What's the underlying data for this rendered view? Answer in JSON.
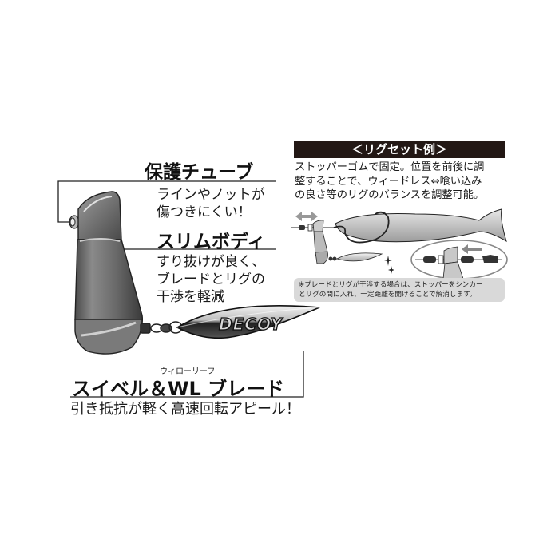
{
  "features": {
    "tube": {
      "heading": "保護チューブ",
      "desc_lines": [
        "ラインやノットが",
        "傷つきにくい！"
      ]
    },
    "body": {
      "heading": "スリムボディ",
      "desc_lines": [
        "すり抜けが良く、",
        "ブレードとリグの",
        "干渉を軽減"
      ]
    },
    "blade": {
      "ruby": "ウィローリーフ",
      "heading": "スイベル＆WL ブレード",
      "desc": "引き抵抗が軽く高速回転アピール！"
    }
  },
  "blade_logo": "DECOY",
  "rig_example": {
    "title": "＜リグセット例＞",
    "desc_lines": [
      "ストッパーゴムで固定。位置を前後に調",
      "整することで、ウィードレス⇔喰い込み",
      "の良さ等のリグのバランスを調整可能。"
    ],
    "caution_lines": [
      "※ブレードとリグが干渉する場合は、ストッパーをシンカー",
      "とリグの間に入れ、一定距離を開けることで解消します。"
    ]
  },
  "colors": {
    "title_bar": "#231815",
    "caution_bg": "#d9d9d9",
    "line": "#222222",
    "sinker_gray": "#6e6e6e",
    "arrow_gray": "#8c8c8c"
  }
}
